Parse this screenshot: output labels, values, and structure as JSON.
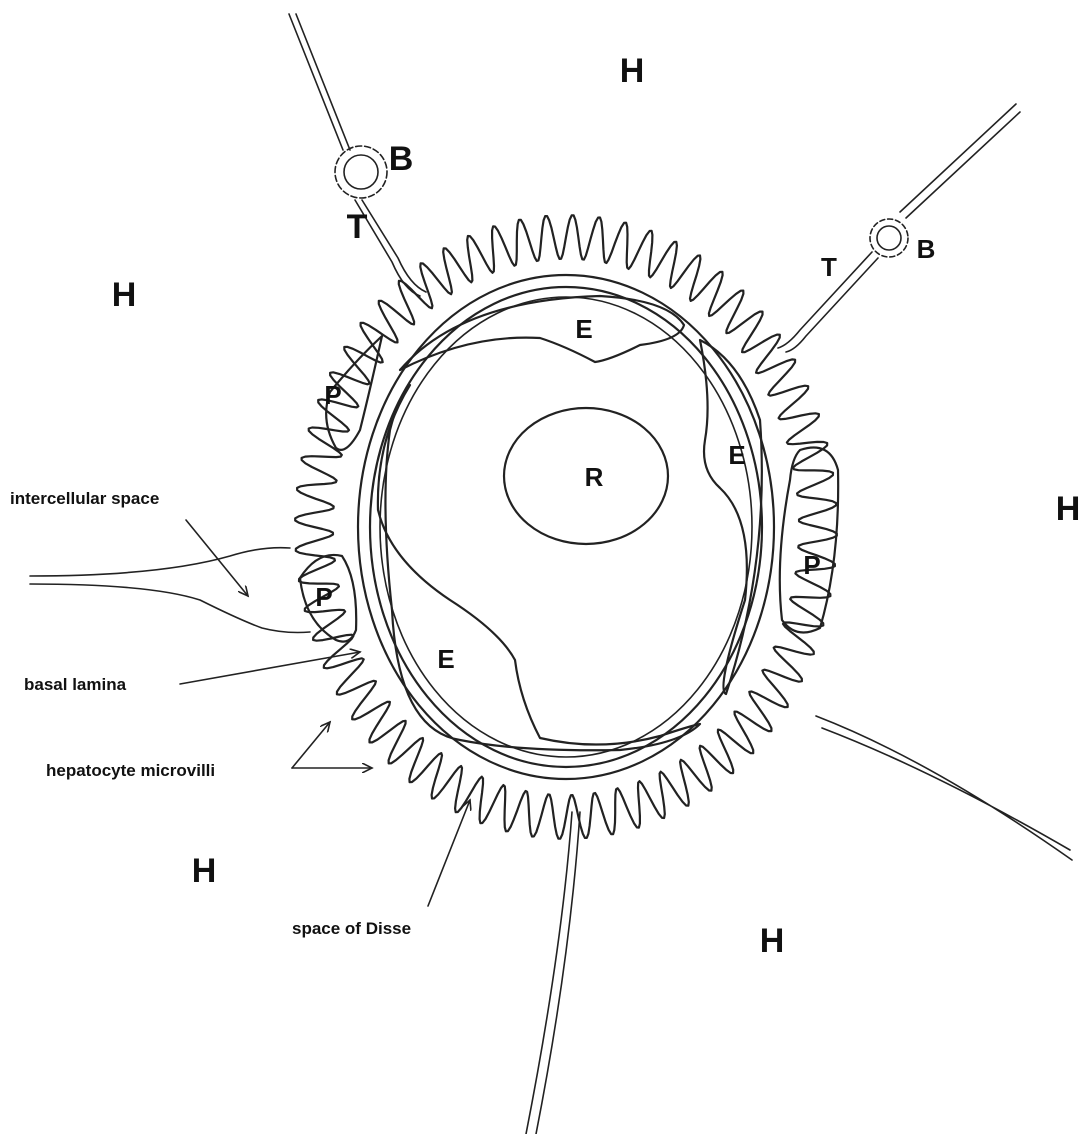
{
  "labels": {
    "hepatocyte": "H",
    "erythrocyte": "E",
    "reticulocyte": "R",
    "pericyte": "P",
    "bile_canaliculus": "B",
    "tight_junction": "T"
  },
  "annotations": {
    "intercellular_space": "intercellular space",
    "basal_lamina": "basal lamina",
    "hepatocyte_microvilli": "hepatocyte microvilli",
    "space_of_disse": "space of Disse"
  }
}
